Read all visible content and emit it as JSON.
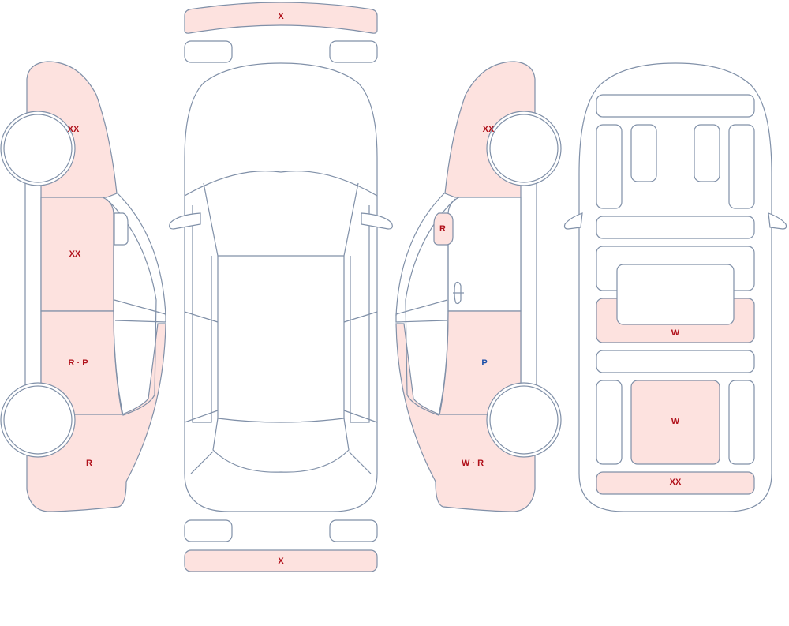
{
  "colors": {
    "outline": "#8090a8",
    "damaged_fill": "#fde2df",
    "label_red": "#b0101a",
    "label_blue": "#1a4fa8"
  },
  "markings": {
    "front_bumper": "X",
    "rear_bumper": "X",
    "left_front_fender": "XX",
    "left_front_door": "XX",
    "left_rear_door": "R · P",
    "left_rear_quarter": "R",
    "right_front_fender": "XX",
    "right_mirror": "R",
    "right_rear_door": "P",
    "right_rear_quarter": "W · R",
    "underbody_mid": "W",
    "underbody_rear_center": "W",
    "underbody_rear": "XX"
  }
}
